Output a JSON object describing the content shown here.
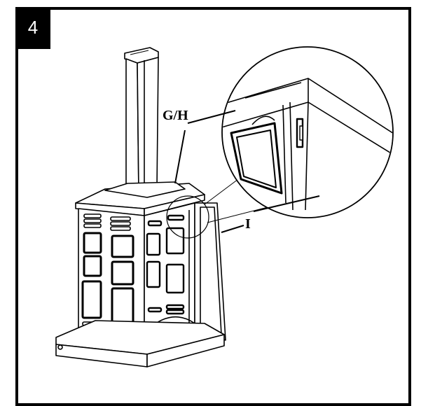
{
  "step": {
    "number": "4"
  },
  "callouts": {
    "gh": "G/H",
    "i": "I"
  },
  "colors": {
    "line": "#000000",
    "panel": "#ffffff",
    "shade": "#dcdcdc"
  }
}
